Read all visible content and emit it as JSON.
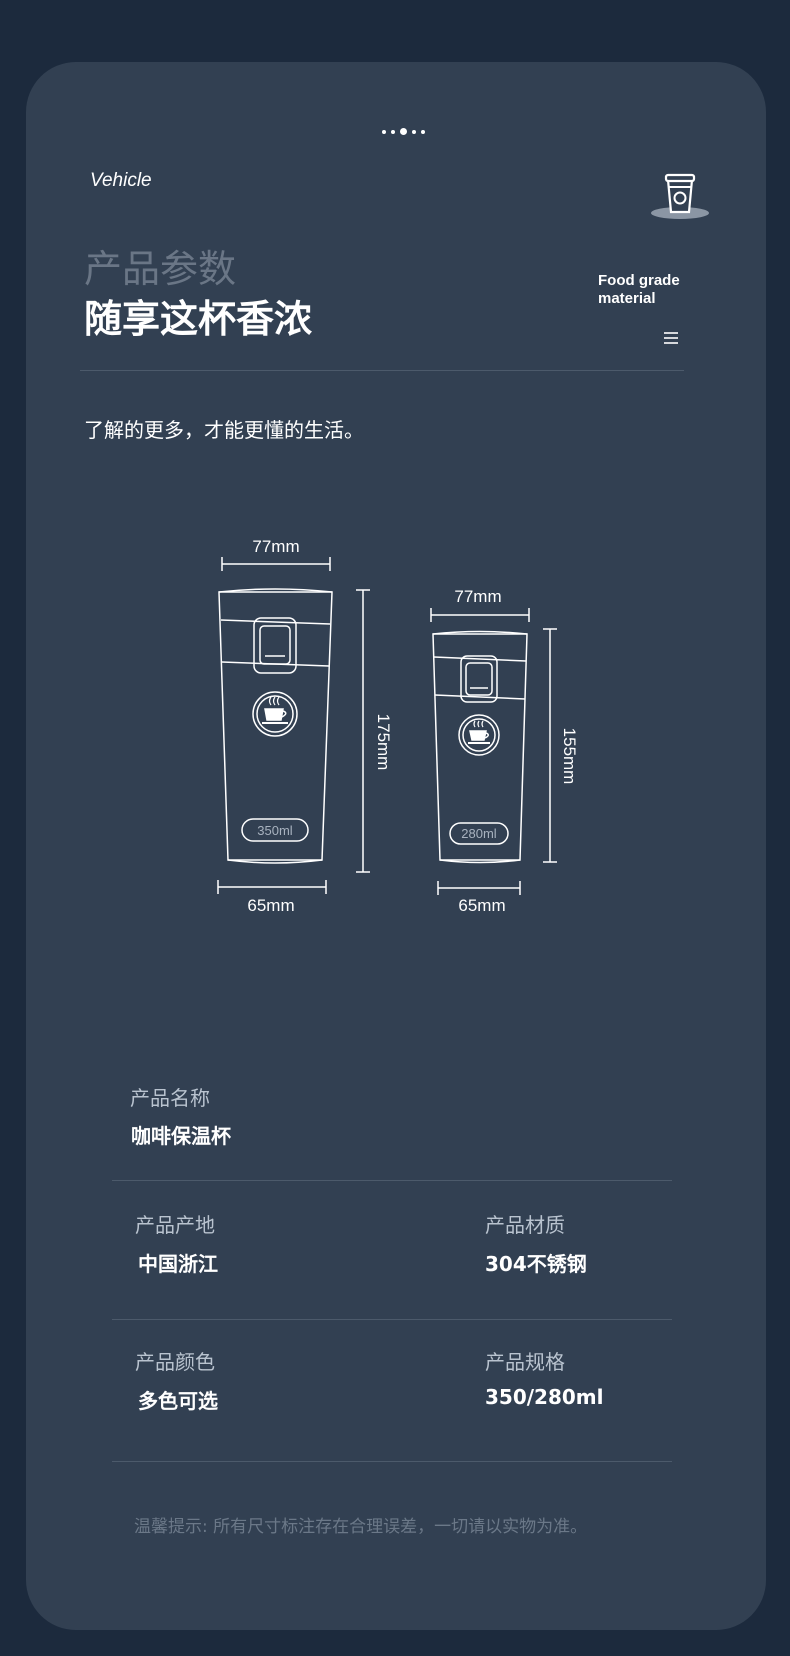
{
  "header": {
    "brand": "Vehicle",
    "title_sub": "产品参数",
    "title_main": "随享这杯香浓",
    "badge_line1": "Food grade",
    "badge_line2": "material",
    "intro": "了解的更多，才能更懂的生活。"
  },
  "diagram": {
    "large": {
      "top_width": "77mm",
      "bottom_width": "65mm",
      "height": "175mm",
      "capacity": "350ml"
    },
    "small": {
      "top_width": "77mm",
      "bottom_width": "65mm",
      "height": "155mm",
      "capacity": "280ml"
    }
  },
  "specs": {
    "name_label": "产品名称",
    "name_value": "咖啡保温杯",
    "origin_label": "产品产地",
    "origin_value": "中国浙江",
    "material_label": "产品材质",
    "material_value": "304不锈钢",
    "color_label": "产品颜色",
    "color_value": "多色可选",
    "size_label": "产品规格",
    "size_value": "350/280ml"
  },
  "note": "温馨提示: 所有尺寸标注存在合理误差，一切请以实物为准。",
  "icons": [
    "coffee-cup-icon",
    "menu-icon",
    "coffee-logo-icon"
  ],
  "colors": {
    "background": "#1c2a3d",
    "card": "#324052",
    "divider": "#4c5a6b",
    "muted_title": "#6a7686"
  }
}
